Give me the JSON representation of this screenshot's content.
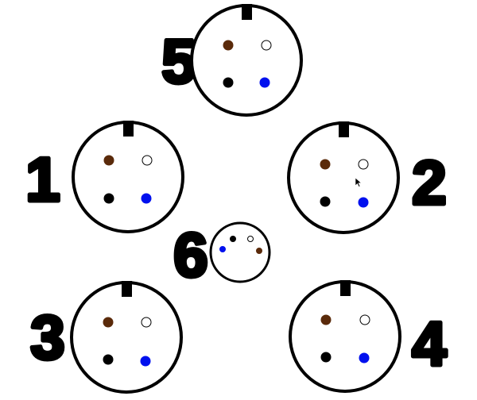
{
  "colors": {
    "brown": "#5a2a0a",
    "black": "#000000",
    "white": "#ffffff",
    "blue": "#0010ee"
  },
  "connectors": [
    {
      "id": "5",
      "label": "5",
      "notch": true,
      "pins": [
        "brown",
        "white",
        "black",
        "blue"
      ]
    },
    {
      "id": "1",
      "label": "1",
      "notch": true,
      "pins": [
        "brown",
        "white",
        "black",
        "blue"
      ]
    },
    {
      "id": "2",
      "label": "2",
      "notch": true,
      "pins": [
        "brown",
        "white",
        "black",
        "blue"
      ]
    },
    {
      "id": "3",
      "label": "3",
      "notch": true,
      "pins": [
        "brown",
        "white",
        "black",
        "blue"
      ]
    },
    {
      "id": "4",
      "label": "4",
      "notch": true,
      "pins": [
        "brown",
        "white",
        "black",
        "blue"
      ]
    },
    {
      "id": "6",
      "label": "6",
      "notch": false,
      "pins": [
        "black",
        "white",
        "blue",
        "brown"
      ]
    }
  ]
}
